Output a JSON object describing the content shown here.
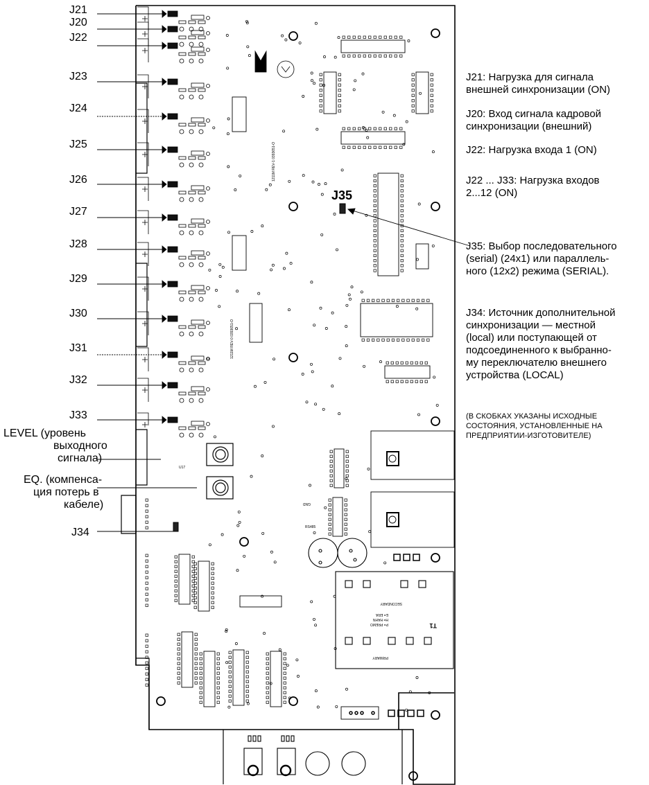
{
  "jumpers_left": [
    "J21",
    "J20",
    "J22",
    "J23",
    "J24",
    "J25",
    "J26",
    "J27",
    "J28",
    "J29",
    "J30",
    "J31",
    "J32",
    "J33"
  ],
  "level_label": [
    "LEVEL (уровень",
    "выходного",
    "сигнала)"
  ],
  "eq_label": [
    "EQ. (компенса-",
    "ция потерь в",
    "кабеле)"
  ],
  "j34_label": "J34",
  "j35_label": "J35",
  "notes": {
    "j21": [
      "J21: Нагрузка для сигнала",
      "внешней синхронизации (ON)"
    ],
    "j20": [
      "J20: Вход сигнала кадровой",
      "синхронизации (внешний)"
    ],
    "j22": [
      "J22: Нагрузка входа 1 (ON)"
    ],
    "j22_33": [
      "J22 ... J33: Нагрузка входов",
      "2...12 (ON)"
    ],
    "j35": [
      "J35: Выбор последовательного",
      "(serial) (24x1) или параллель-",
      "ного (12x2) режима (SERIAL)."
    ],
    "j34": [
      "J34: Источник дополнительной",
      "синхронизации — местной",
      "(local) или поступающей от",
      "подсоединенного к выбранно-",
      "му переключателю внешнего",
      "устройства (LOCAL)"
    ],
    "footnote": [
      "(В СКОБКАХ УКАЗАНЫ ИСХОДНЫЕ",
      "СОСТОЯНИЯ, УСТАНОВЛЕННЫЕ НА",
      "ПРЕДПРИЯТИИ-ИЗГОТОВИТЕЛЕ)"
    ]
  },
  "board_marks": {
    "board_id_1": "1211M REV-1 0393651-O",
    "board_id_2": "1211M REV-0 0393651-O",
    "gnd": "GND",
    "secondary": "SECONDARY",
    "primary": "PRIMARY",
    "t1": "T1",
    "xfmr_legend": [
      "P= PREMO",
      "H= HAHN",
      "E= ERA"
    ],
    "rs485": "RS485",
    "u17": "U17"
  }
}
